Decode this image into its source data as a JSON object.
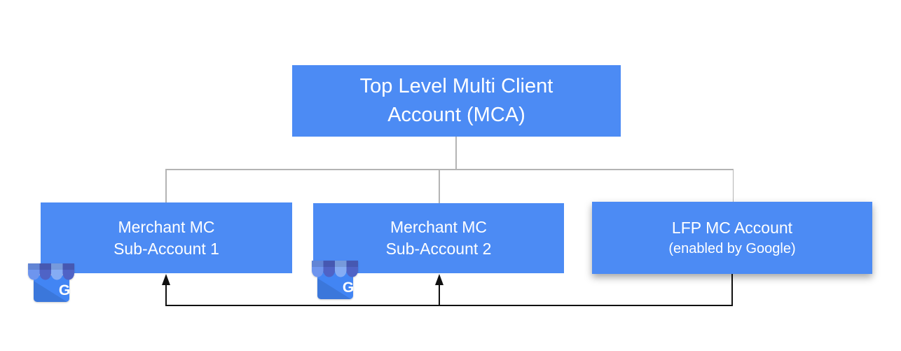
{
  "colors": {
    "node_fill": "#4c8bf4",
    "node_text": "#ffffff",
    "tree_line": "#b4b4b4",
    "flow_line": "#111111",
    "icon_body": "#4285f4",
    "icon_stripe_light": "#85acf4",
    "icon_stripe_mid": "#6e95ee",
    "icon_stripe_dark": "#4f63c6"
  },
  "nodes": {
    "mca": {
      "lines": [
        "Top Level Multi Client",
        "Account (MCA)"
      ]
    },
    "merchant1": {
      "lines": [
        "Merchant MC",
        "Sub-Account 1"
      ]
    },
    "merchant2": {
      "lines": [
        "Merchant MC",
        "Sub-Account 2"
      ]
    },
    "lfp": {
      "lines": [
        "LFP MC Account",
        "(enabled by Google)"
      ]
    }
  },
  "edges": {
    "hierarchy": [
      {
        "from": "mca",
        "to": "merchant1"
      },
      {
        "from": "mca",
        "to": "merchant2"
      },
      {
        "from": "mca",
        "to": "lfp"
      }
    ],
    "flow": [
      {
        "from": "lfp",
        "to": "merchant1",
        "style": "arrow-up"
      },
      {
        "from": "lfp",
        "to": "merchant2",
        "style": "arrow-up"
      }
    ]
  },
  "icon": {
    "g_letter": "G"
  }
}
